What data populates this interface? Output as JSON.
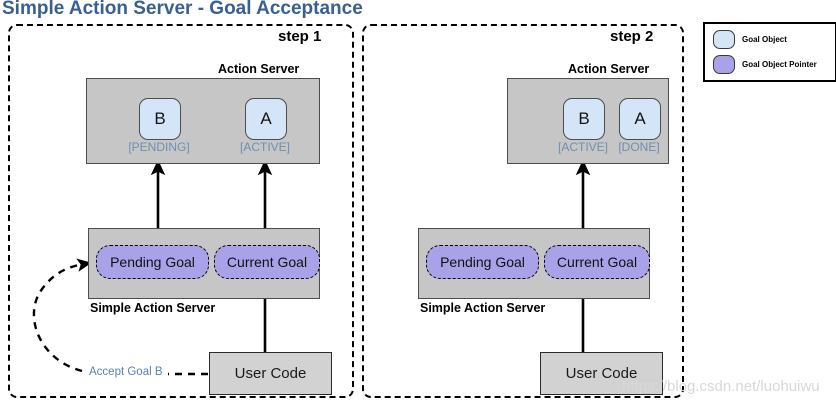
{
  "title": "Simple Action Server - Goal Acceptance",
  "colors": {
    "title_blue": "#386090",
    "goal_object_fill": "#d3e5f7",
    "goal_pointer_fill": "#a9a2e8",
    "gray_box_fill": "#c6c6c6",
    "user_code_fill": "#d2d2d2",
    "state_label_blue": "#6f8fb3",
    "annotation_blue": "#5b82ad"
  },
  "steps": [
    {
      "step_label": "step 1",
      "action_server": {
        "label": "Action Server",
        "goals": [
          {
            "name": "B",
            "state": "[PENDING]"
          },
          {
            "name": "A",
            "state": "[ACTIVE]"
          }
        ]
      },
      "simple_action_server": {
        "label": "Simple Action Server",
        "pointers": [
          {
            "label": "Pending Goal"
          },
          {
            "label": "Current Goal"
          }
        ]
      },
      "user_code": {
        "label": "User Code"
      },
      "annotation": "Accept Goal B"
    },
    {
      "step_label": "step 2",
      "action_server": {
        "label": "Action Server",
        "goals": [
          {
            "name": "B",
            "state": "[ACTIVE]"
          },
          {
            "name": "A",
            "state": "[DONE]"
          }
        ]
      },
      "simple_action_server": {
        "label": "Simple Action Server",
        "pointers": [
          {
            "label": "Pending Goal"
          },
          {
            "label": "Current Goal"
          }
        ]
      },
      "user_code": {
        "label": "User Code"
      },
      "annotation": ""
    }
  ],
  "legend": {
    "items": [
      {
        "label": "Goal Object",
        "swatch": "goal-object-swatch"
      },
      {
        "label": "Goal Object Pointer",
        "swatch": "goal-object-pointer-swatch"
      }
    ]
  },
  "watermark": "https://blog.csdn.net/luohuiwu"
}
